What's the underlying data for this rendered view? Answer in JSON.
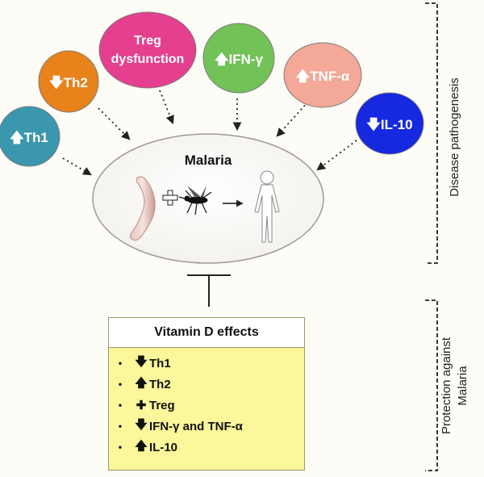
{
  "center": {
    "title": "Malaria"
  },
  "bubbles": [
    {
      "id": "th1",
      "arrow": "up",
      "label": "Th1",
      "color": "#3a97ad"
    },
    {
      "id": "th2",
      "arrow": "down",
      "label": "Th2",
      "color": "#e8821a"
    },
    {
      "id": "treg",
      "arrow": "",
      "label": "Treg",
      "label2": "dysfunction",
      "color": "#e53f8f"
    },
    {
      "id": "ifn",
      "arrow": "up",
      "label": "IFN-γ",
      "color": "#72c257"
    },
    {
      "id": "tnf",
      "arrow": "up",
      "label": "TNF-α",
      "color": "#f3a898"
    },
    {
      "id": "il10",
      "arrow": "down",
      "label": "IL-10",
      "color": "#1628e0"
    }
  ],
  "side_labels": {
    "pathogenesis": "Disease pathogenesis",
    "protection_line1": "Protection against",
    "protection_line2": "Malaria"
  },
  "vitamin_d": {
    "title": "Vitamin D effects",
    "items": [
      {
        "arrow": "down",
        "label": "Th1"
      },
      {
        "arrow": "up",
        "label": "Th2"
      },
      {
        "arrow": "plus",
        "label": "Treg"
      },
      {
        "arrow": "down",
        "label": "IFN-γ and TNF-α"
      },
      {
        "arrow": "up",
        "label": "IL-10"
      }
    ]
  },
  "glyphs": {
    "up": "🡅",
    "down": "🡇",
    "plus": "✚",
    "bullet": "•"
  }
}
